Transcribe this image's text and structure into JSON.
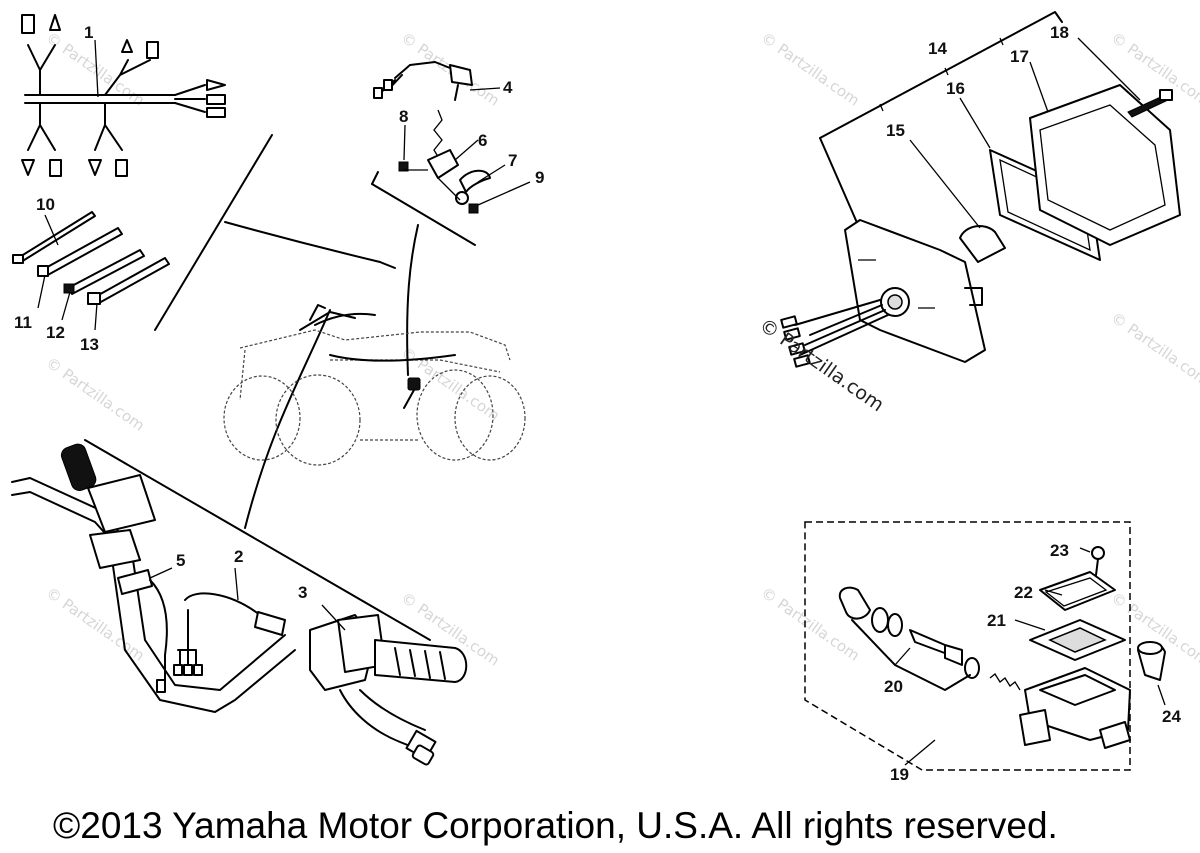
{
  "callouts": {
    "c1": "1",
    "c2": "2",
    "c3": "3",
    "c4": "4",
    "c5": "5",
    "c6": "6",
    "c7": "7",
    "c8": "8",
    "c9": "9",
    "c10": "10",
    "c11": "11",
    "c12": "12",
    "c13": "13",
    "c14": "14",
    "c15": "15",
    "c16": "16",
    "c17": "17",
    "c18": "18",
    "c19": "19",
    "c20": "20",
    "c21": "21",
    "c22": "22",
    "c23": "23",
    "c24": "24"
  },
  "watermarks": {
    "small": "© Partzilla.com",
    "large": "© Partzilla.com"
  },
  "copyright": "©2013 Yamaha Motor Corporation, U.S.A. All rights reserved."
}
